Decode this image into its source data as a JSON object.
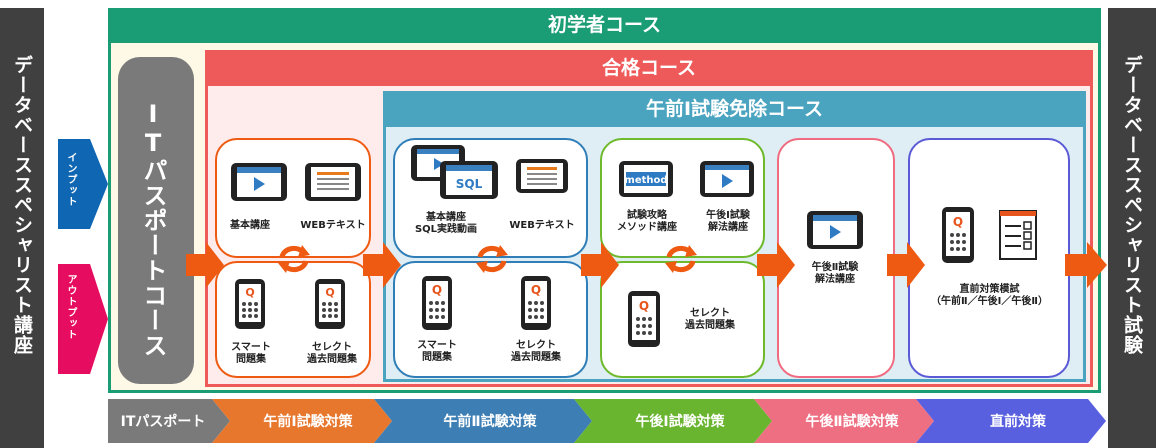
{
  "side": {
    "left": "データベーススペシャリスト講座",
    "right": "データベーススペシャリスト試験",
    "input_tab": "インプット",
    "output_tab": "アウトプット"
  },
  "courses": {
    "beginner": "初学者コース",
    "pass": "合格コース",
    "exempt": "午前Ⅰ試験免除コース",
    "it_passport": "ITパスポートコース"
  },
  "cards": {
    "gozen1_in": {
      "a": "基本講座",
      "b": "WEBテキスト"
    },
    "gozen1_out": {
      "a": "スマート\n問題集",
      "b": "セレクト\n過去問題集"
    },
    "gozen2_in": {
      "a": "基本講座\nSQL実践動画",
      "b": "WEBテキスト",
      "sql": "SQL"
    },
    "gozen2_out": {
      "a": "スマート\n問題集",
      "b": "セレクト\n過去問題集"
    },
    "gogo1_in": {
      "a": "試験攻略\nメソッド講座",
      "b": "午後Ⅰ試験\n解法講座",
      "method": "method"
    },
    "gogo1_out": {
      "a": "セレクト\n過去問題集"
    },
    "gogo2": {
      "a": "午後Ⅱ試験\n解法講座"
    },
    "final": {
      "a": "直前対策模試\n（午前Ⅱ／午後Ⅰ／午後Ⅱ）"
    }
  },
  "stages": [
    "ITパスポート",
    "午前Ⅰ試験対策",
    "午前Ⅱ試験対策",
    "午後Ⅰ試験対策",
    "午後Ⅱ試験対策",
    "直前対策"
  ],
  "colors": {
    "left_bar": "#404040",
    "beginner": "#1a9c74",
    "pass": "#ee5959",
    "exempt": "#4aa3bf",
    "itp": "#7a7a7a",
    "arrow": "#ee5a12",
    "input": "#0f67b4",
    "output": "#e60c5f"
  }
}
